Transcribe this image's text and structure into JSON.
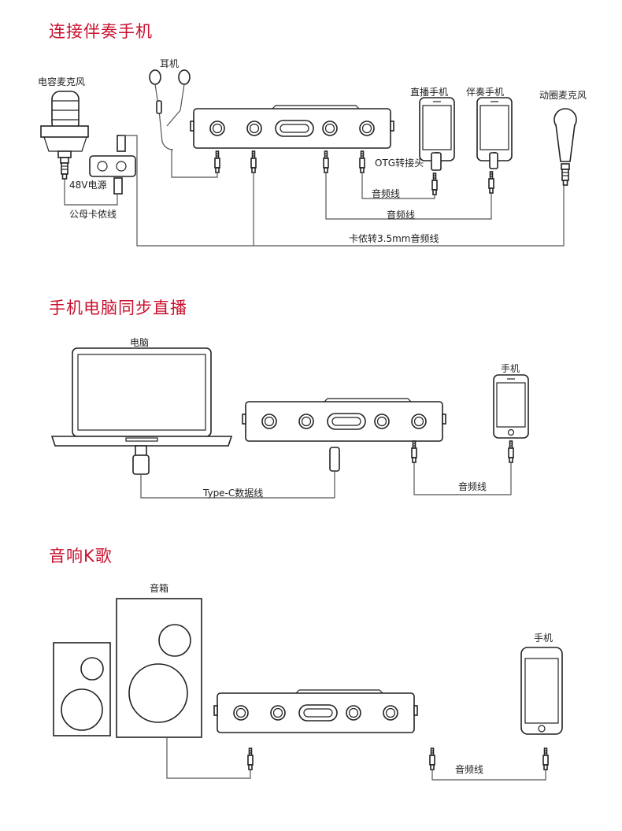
{
  "sections": [
    {
      "title": "连接伴奏手机",
      "labels": {
        "condenser_mic": "电容麦克风",
        "earphones": "耳机",
        "live_phone": "直播手机",
        "backing_phone": "伴奏手机",
        "dynamic_mic": "动圈麦克风",
        "phantom_power": "48V电源",
        "otg": "OTG转接头",
        "xlr_cable": "公母卡侬线",
        "audio_cable_1": "音频线",
        "audio_cable_2": "音频线",
        "xlr_35_cable": "卡侬转3.5mm音频线"
      }
    },
    {
      "title": "手机电脑同步直播",
      "labels": {
        "computer": "电脑",
        "phone": "手机",
        "typec_cable": "Type-C数据线",
        "audio_cable": "音频线"
      }
    },
    {
      "title": "音响K歌",
      "labels": {
        "speaker": "音箱",
        "phone": "手机",
        "audio_cable": "音频线"
      }
    }
  ],
  "icons": [
    "headphone-icon",
    "mic-icon",
    "music-note-icon",
    "phone-icon",
    "usb-plug-icon",
    "lightning-plug-icon",
    "jack-plug-icon"
  ]
}
